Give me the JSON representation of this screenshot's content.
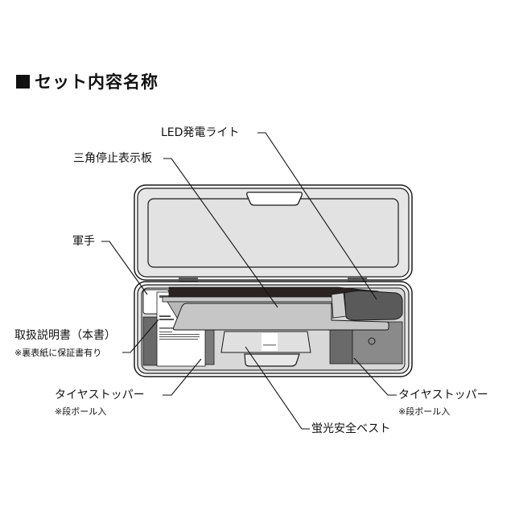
{
  "title": "セット内容名称",
  "labels": {
    "led_light": "LED発電ライト",
    "triangle": "三角停止表示板",
    "gloves": "軍手",
    "manual": "取扱説明書（本書）",
    "manual_note": "※裏表紙に保証書有り",
    "stopper_left": "タイヤストッパー",
    "stopper_left_note": "※段ボール入",
    "stopper_right": "タイヤストッパー",
    "stopper_right_note": "※段ボール入",
    "vest": "蛍光安全ベスト"
  },
  "colors": {
    "outline": "#1a1a1a",
    "case_fill": "#e6e6e6",
    "inner_fill": "#dcdcdc",
    "dark": "#2b2222",
    "light_body": "#5a5a5a",
    "mid_gray": "#8c8c8c",
    "plate": "#c8c8c8"
  }
}
